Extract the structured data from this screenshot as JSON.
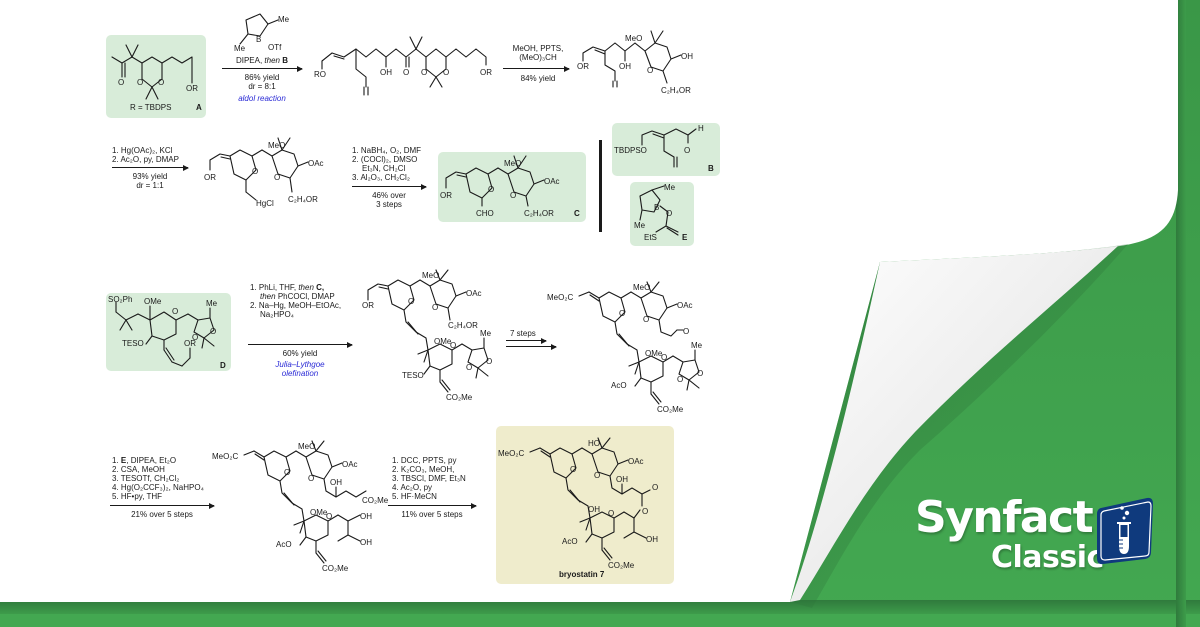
{
  "page": {
    "background_color": "#43a851",
    "paper_color": "#ffffff",
    "highlight_box_color": "#d8ecd9",
    "product_box_color": "#efeccc",
    "annotation_color": "#2b2bd6"
  },
  "brand": {
    "name": "Synfact",
    "edition": "Classic",
    "icon": "test-tube-icon",
    "icon_color": "#0f3a7d"
  },
  "scheme": {
    "row1": {
      "compound_A": {
        "label": "A",
        "r_definition": "R = TBDPS",
        "atoms": [
          "O",
          "O",
          "O",
          "OR"
        ]
      },
      "reagent_B_borane": {
        "atoms": [
          "Me",
          "Me",
          "B",
          "OTf"
        ]
      },
      "step1": {
        "conditions": "DIPEA, then B",
        "conditions_prefix": "DIPEA, ",
        "conditions_then": "then",
        "conditions_reagent": "B",
        "yield": "86% yield",
        "dr": "dr = 8:1",
        "annotation": "aldol reaction"
      },
      "intermediate1": {
        "atoms": [
          "RO",
          "OH",
          "O",
          "O",
          "O",
          "OR"
        ]
      },
      "step2": {
        "line1": "MeOH, PPTS,",
        "line2": "(MeO)₃CH",
        "yield": "84% yield"
      },
      "intermediate2": {
        "atoms": [
          "OR",
          "OH",
          "MeO",
          "O",
          "OH",
          "C₂H₄OR"
        ]
      }
    },
    "row2": {
      "step3": {
        "line1": "1. Hg(OAc)₂, KCl",
        "line2": "2. Ac₂O, py, DMAP",
        "yield": "93% yield",
        "dr": "dr = 1:1"
      },
      "intermediate3": {
        "atoms": [
          "OR",
          "O",
          "MeO",
          "O",
          "OAc",
          "HgCl",
          "C₂H₄OR"
        ]
      },
      "step4": {
        "line1": "1. NaBH₄, O₂, DMF",
        "line2": "2. (COCl)₂, DMSO",
        "line3": "Et₃N, CH₂Cl",
        "line4": "3. Al₂O₃, CH₂Cl₂",
        "yield": "46% over",
        "yield2": "3 steps"
      },
      "compound_C": {
        "label": "C",
        "atoms": [
          "OR",
          "O",
          "MeO",
          "O",
          "OAc",
          "CHO",
          "C₂H₄OR"
        ]
      },
      "compound_B": {
        "label": "B",
        "atoms": [
          "TBDPSO",
          "O",
          "H"
        ]
      },
      "compound_E": {
        "label": "E",
        "atoms": [
          "Me",
          "Me",
          "B",
          "O",
          "EtS"
        ]
      }
    },
    "row3": {
      "compound_D": {
        "label": "D",
        "atoms": [
          "SO₂Ph",
          "OMe",
          "O",
          "Me",
          "O",
          "O",
          "TESO",
          "OR"
        ]
      },
      "step5": {
        "line1_prefix": "1. PhLi, THF, ",
        "line1_then": "then",
        "line1_reagent": "C,",
        "line2_then": "then",
        "line2_rest": "PhCOCl, DMAP",
        "line3": "2. Na–Hg, MeOH–EtOAc,",
        "line4": "Na₂HPO₄",
        "yield": "60% yield",
        "annotation1": "Julia–Lythgoe",
        "annotation2": "olefination"
      },
      "intermediate4": {
        "atoms": [
          "OR",
          "O",
          "MeO",
          "O",
          "OAc",
          "C₂H₄OR",
          "OMe",
          "O",
          "Me",
          "O",
          "O",
          "TESO",
          "CO₂Me"
        ]
      },
      "step6": {
        "label": "7 steps"
      },
      "intermediate5": {
        "atoms": [
          "MeO₂C",
          "O",
          "MeO",
          "O",
          "OAc",
          "O",
          "OMe",
          "O",
          "Me",
          "O",
          "O",
          "AcO",
          "CO₂Me"
        ]
      }
    },
    "row4": {
      "step7": {
        "line1_num": "1. ",
        "line1_reagent": "E",
        "line1_rest": ", DIPEA, Et₂O",
        "line2": "2. CSA, MeOH",
        "line3": "3. TESOTf, CH₂Cl₂",
        "line4": "4. Hg(O₂CCF₃)₂, NaHPO₄",
        "line5": "5. HF•py, THF",
        "yield": "21% over 5 steps"
      },
      "intermediate6": {
        "atoms": [
          "MeO₂C",
          "O",
          "MeO",
          "O",
          "OAc",
          "OH",
          "CO₂Me",
          "OMe",
          "O",
          "OH",
          "OH",
          "AcO",
          "CO₂Me"
        ]
      },
      "step8": {
        "line1": "1. DCC, PPTS, py",
        "line2": "2. K₂CO₃, MeOH,",
        "line3": "3. TBSCl, DMF, Et₃N",
        "line4": "4. Ac₂O, py",
        "line5": "5. HF·MeCN",
        "yield": "11% over 5 steps"
      },
      "product": {
        "name": "bryostatin 7",
        "atoms": [
          "MeO₂C",
          "O",
          "HO",
          "O",
          "OAc",
          "OH",
          "O",
          "OH",
          "O",
          "O",
          "AcO",
          "OH",
          "CO₂Me"
        ]
      }
    }
  }
}
